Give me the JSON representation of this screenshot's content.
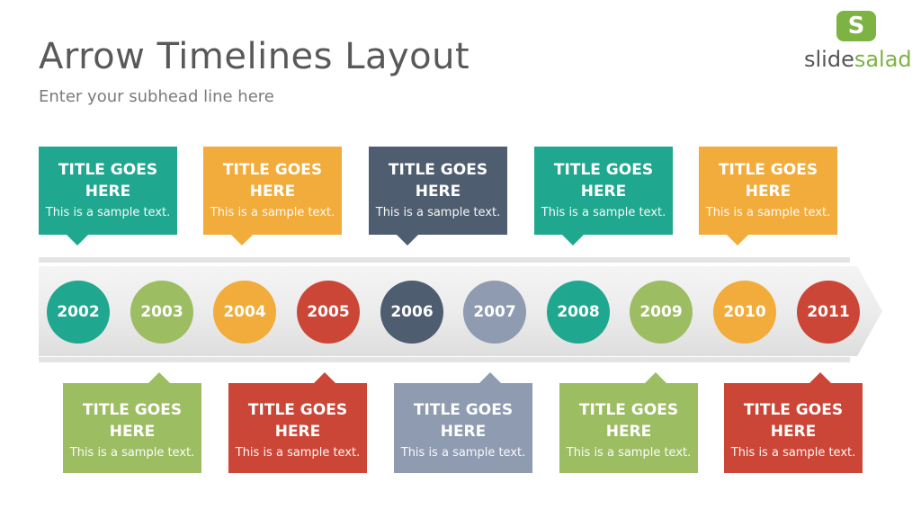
{
  "header": {
    "title": "Arrow Timelines Layout",
    "subtitle": "Enter your subhead line here"
  },
  "logo": {
    "badge": "S",
    "text_part1": "slide",
    "text_part2": "salad"
  },
  "colors": {
    "teal": "#1fa88f",
    "green": "#9dbd63",
    "orange": "#f2ac3b",
    "red": "#cc4637",
    "slate": "#4f5d70",
    "gray": "#8e9bb0"
  },
  "timeline": {
    "years": [
      "2002",
      "2003",
      "2004",
      "2005",
      "2006",
      "2007",
      "2008",
      "2009",
      "2010",
      "2011"
    ]
  },
  "callouts_top": [
    {
      "title": "TITLE GOES HERE",
      "text": "This is a sample text."
    },
    {
      "title": "TITLE GOES HERE",
      "text": "This is a sample text."
    },
    {
      "title": "TITLE GOES HERE",
      "text": "This is a sample text."
    },
    {
      "title": "TITLE GOES HERE",
      "text": "This is a sample text."
    },
    {
      "title": "TITLE GOES HERE",
      "text": "This is a sample text."
    }
  ],
  "callouts_bottom": [
    {
      "title": "TITLE GOES HERE",
      "text": "This is a sample text."
    },
    {
      "title": "TITLE GOES HERE",
      "text": "This is a sample text."
    },
    {
      "title": "TITLE GOES HERE",
      "text": "This is a sample text."
    },
    {
      "title": "TITLE GOES HERE",
      "text": "This is a sample text."
    },
    {
      "title": "TITLE GOES HERE",
      "text": "This is a sample text."
    }
  ]
}
